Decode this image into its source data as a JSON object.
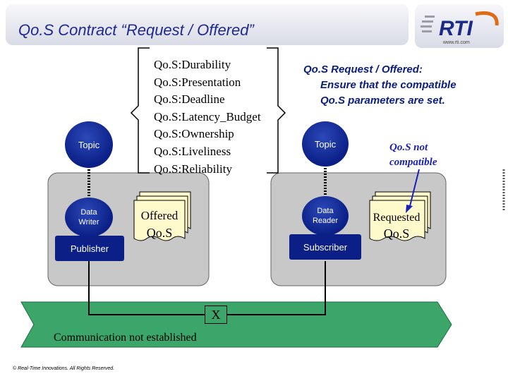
{
  "title": "Qo.S Contract “Request / Offered”",
  "logo": {
    "text": "RTI",
    "url": "www.rti.com"
  },
  "qos_policies": [
    "Qo.S:Durability",
    "Qo.S:Presentation",
    "Qo.S:Deadline",
    "Qo.S:Latency_Budget",
    "Qo.S:Ownership",
    "Qo.S:Liveliness",
    "Qo.S:Reliability"
  ],
  "request_note": {
    "line1": "Qo.S Request / Offered:",
    "line2": "Ensure that the compatible",
    "line3": "Qo.S parameters are set."
  },
  "left": {
    "topic": "Topic",
    "data_writer_line1": "Data",
    "data_writer_line2": "Writer",
    "offered_line1": "Offered",
    "offered_line2": "Qo.S",
    "publisher": "Publisher"
  },
  "right": {
    "topic": "Topic",
    "data_reader_line1": "Data",
    "data_reader_line2": "Reader",
    "requested_line1": "Requested",
    "requested_line2": "Qo.S",
    "subscriber": "Subscriber"
  },
  "not_compatible": {
    "line1": "Qo.S not",
    "line2": "compatible"
  },
  "x_mark": "X",
  "comm_status": "Communication not established",
  "copyright": "© Real-Time Innovations. All Rights Reserved.",
  "colors": {
    "title": "#1f2a8c",
    "node_blue": "#0b1f86",
    "network_green": "#3ca56a",
    "panel_gray": "#c8c8c8"
  }
}
